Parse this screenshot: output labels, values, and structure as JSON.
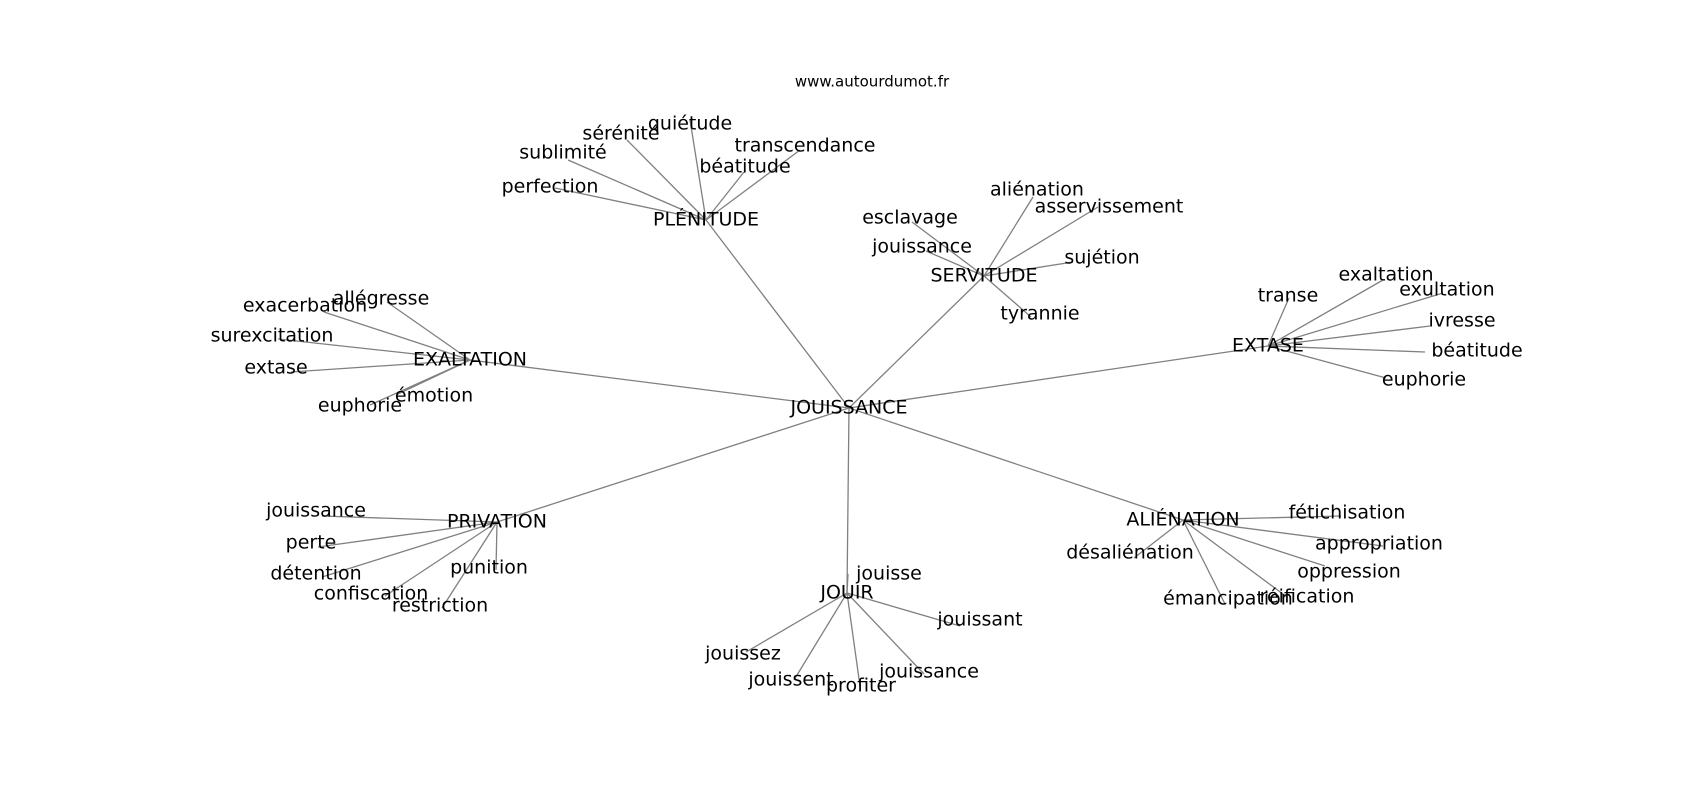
{
  "header": {
    "site": "www.autourdumot.fr"
  },
  "colors": {
    "edge": "#808080",
    "text": "#000000",
    "background": "#ffffff"
  },
  "graph": {
    "center": "JOUISSANCE",
    "clusters": [
      {
        "hub": "PLÉNITUDE",
        "leaves": [
          "quiétude",
          "sérénité",
          "sublimité",
          "transcendance",
          "béatitude",
          "perfection"
        ]
      },
      {
        "hub": "SERVITUDE",
        "leaves": [
          "aliénation",
          "asservissement",
          "esclavage",
          "jouissance",
          "sujétion",
          "tyrannie"
        ]
      },
      {
        "hub": "EXALTATION",
        "leaves": [
          "allégresse",
          "exacerbation",
          "surexcitation",
          "extase",
          "émotion",
          "euphorie"
        ]
      },
      {
        "hub": "EXTASE",
        "leaves": [
          "exaltation",
          "transe",
          "exultation",
          "ivresse",
          "béatitude",
          "euphorie"
        ]
      },
      {
        "hub": "PRIVATION",
        "leaves": [
          "jouissance",
          "perte",
          "détention",
          "punition",
          "confiscation",
          "restriction"
        ]
      },
      {
        "hub": "ALIÉNATION",
        "leaves": [
          "fétichisation",
          "appropriation",
          "désaliénation",
          "oppression",
          "réification",
          "émancipation"
        ]
      },
      {
        "hub": "JOUIR",
        "leaves": [
          "jouisse",
          "jouissant",
          "jouissez",
          "jouissance",
          "jouissent",
          "profiter"
        ]
      }
    ]
  }
}
